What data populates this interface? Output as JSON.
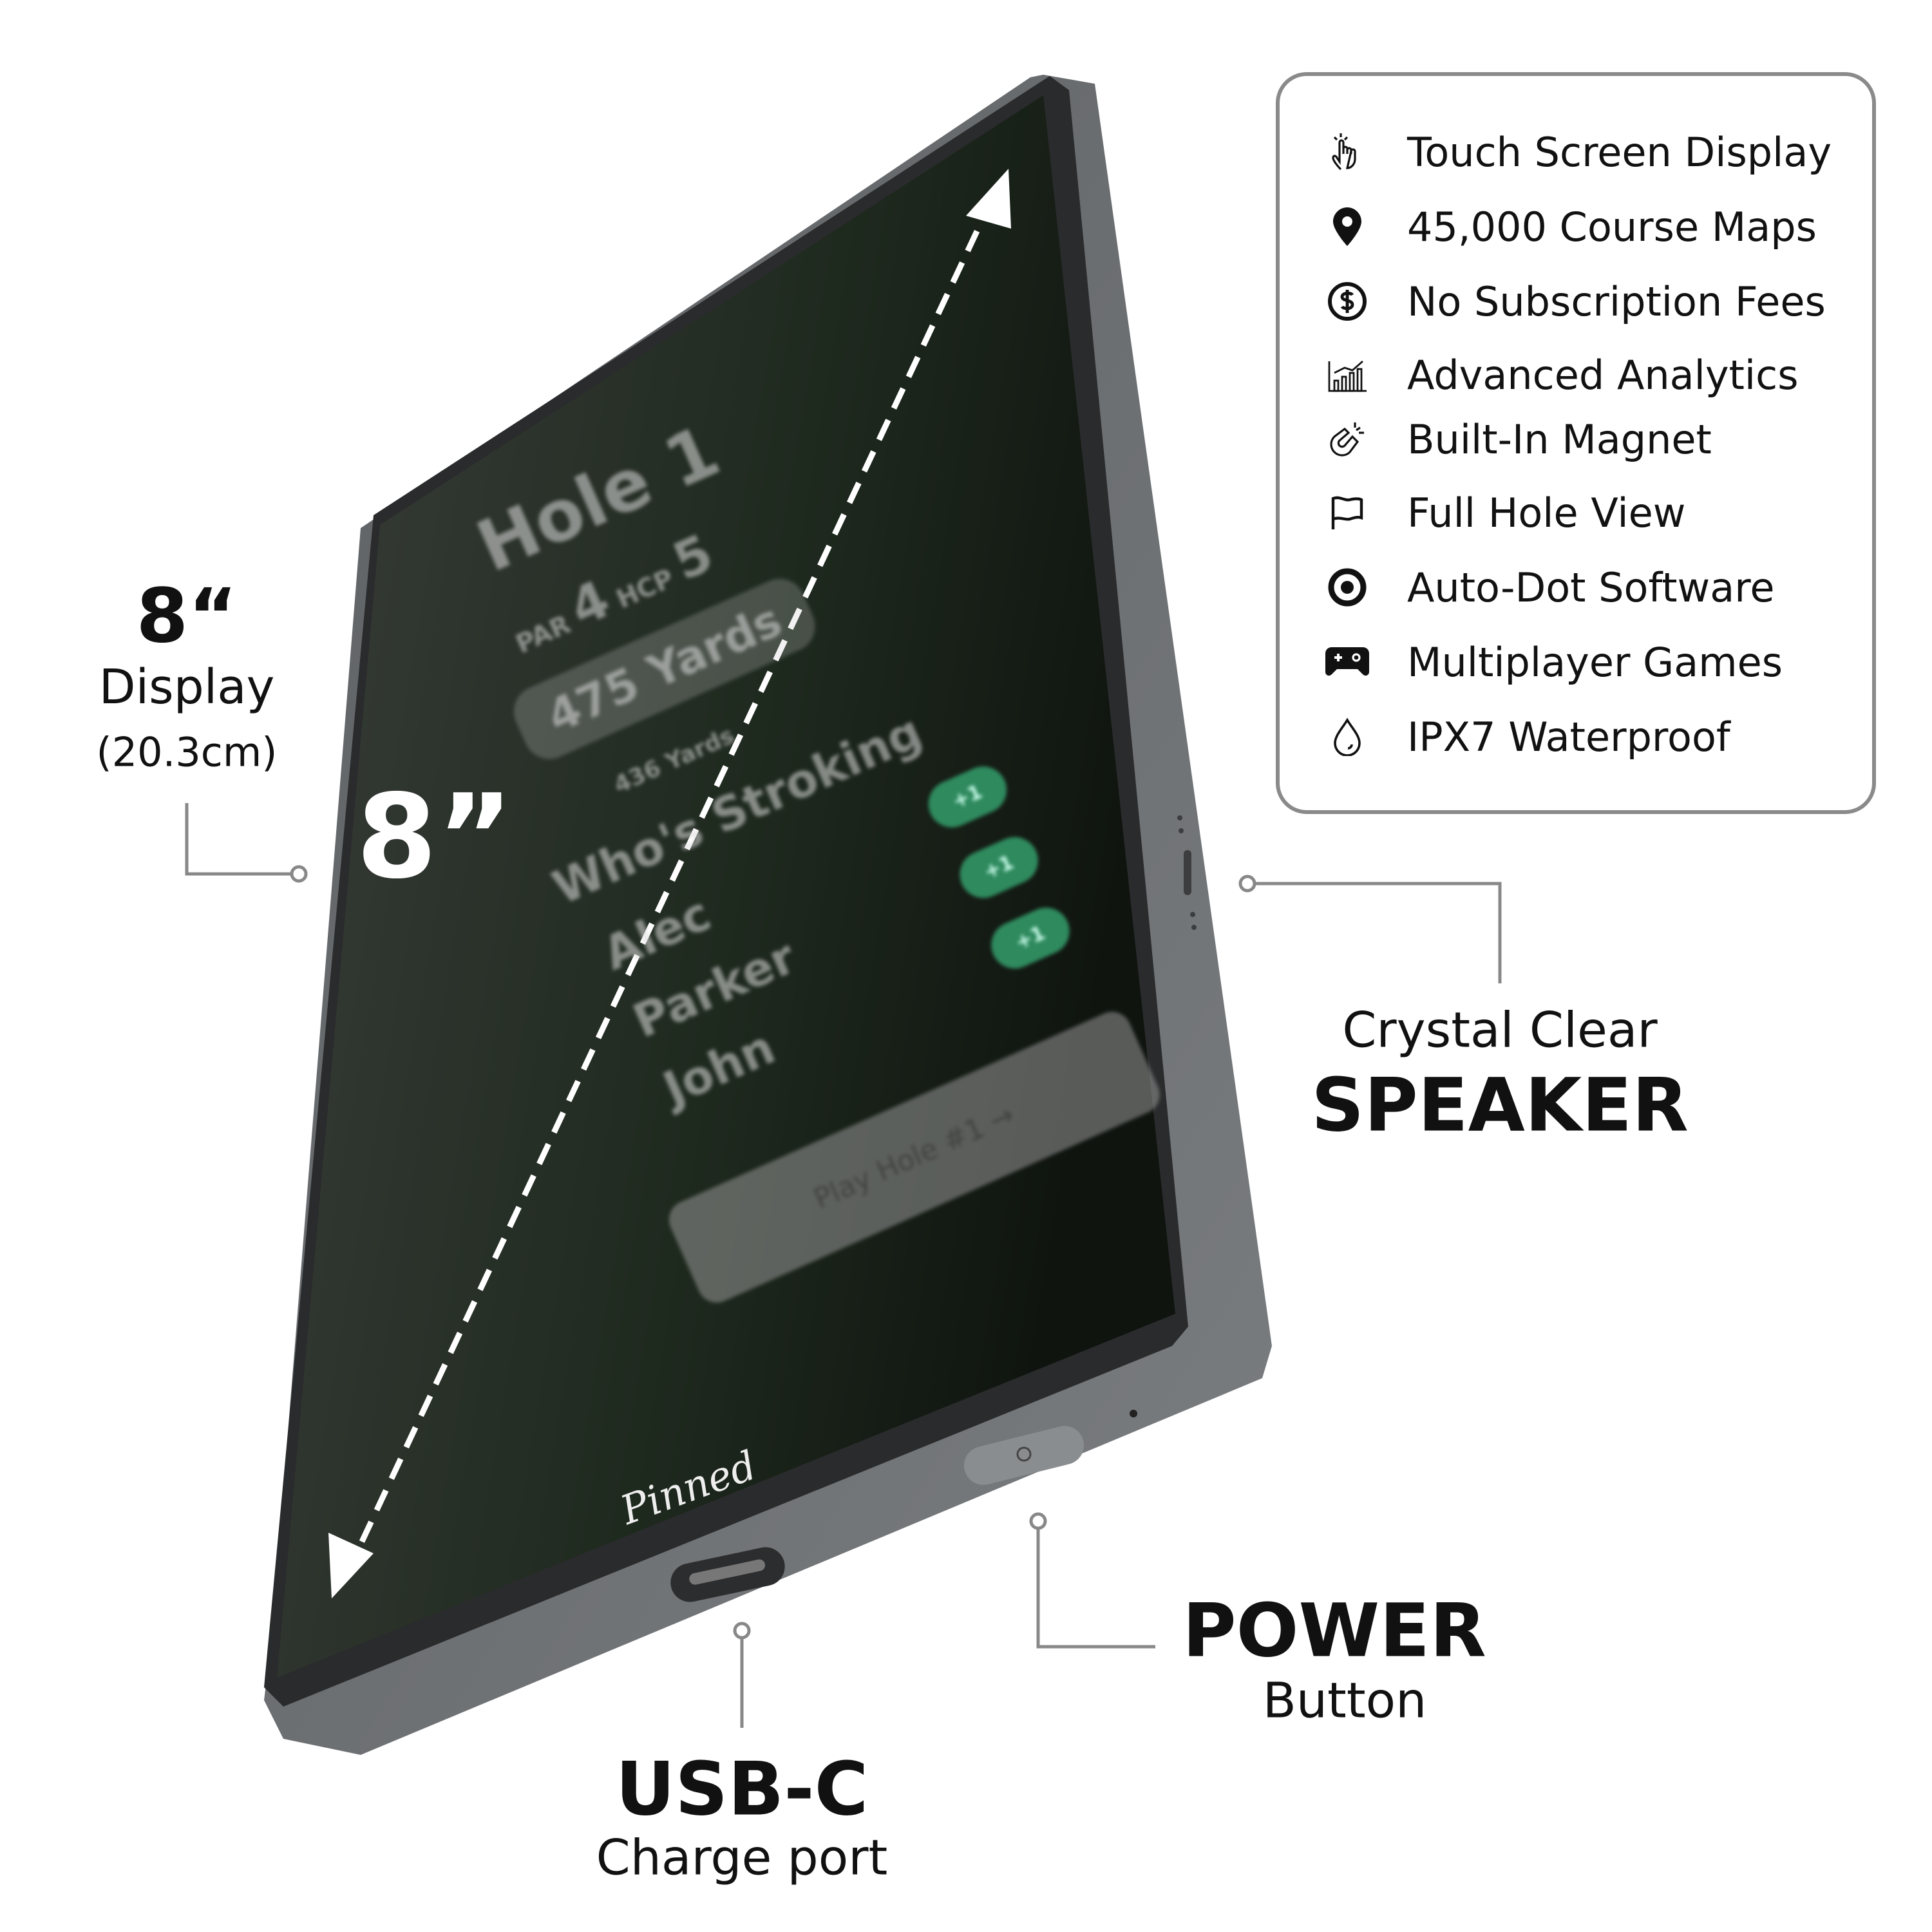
{
  "display_label": {
    "size": "8“",
    "title": "Display",
    "metric": "(20.3cm)"
  },
  "screen_size_overlay": "8”",
  "features": [
    {
      "icon": "touch-hand-icon",
      "label": "Touch Screen Display"
    },
    {
      "icon": "map-pin-icon",
      "label": "45,000 Course Maps"
    },
    {
      "icon": "dollar-circle-icon",
      "label": "No Subscription Fees"
    },
    {
      "icon": "bar-chart-icon",
      "label": "Advanced Analytics"
    },
    {
      "icon": "magnet-icon",
      "label": "Built-In Magnet"
    },
    {
      "icon": "flag-icon",
      "label": "Full Hole View"
    },
    {
      "icon": "target-dot-icon",
      "label": "Auto-Dot Software"
    },
    {
      "icon": "gamepad-icon",
      "label": "Multiplayer Games"
    },
    {
      "icon": "water-drop-icon",
      "label": "IPX7 Waterproof"
    }
  ],
  "speaker_label": {
    "line1": "Crystal Clear",
    "line2": "SPEAKER"
  },
  "usb_label": {
    "line1": "USB-C",
    "line2": "Charge port"
  },
  "power_label": {
    "line1": "POWER",
    "line2": "Button"
  },
  "device_screen": {
    "hole": "Hole 1",
    "par_label": "PAR",
    "par": "4",
    "hcp_label": "HCP",
    "hcp": "5",
    "yards_primary": "475 Yards",
    "yards_secondary": "436 Yards",
    "section": "Who's Stroking",
    "players": [
      "Alec",
      "Parker",
      "John"
    ],
    "stroke_button": "+1",
    "play_button": "Play Hole #1 →"
  },
  "brand_logo": "Pinned",
  "colors": {
    "device_body": "#6e7174",
    "screen": "#1d221d",
    "accent_green": "#2f8a5e",
    "box_border": "#8a8a8a"
  }
}
